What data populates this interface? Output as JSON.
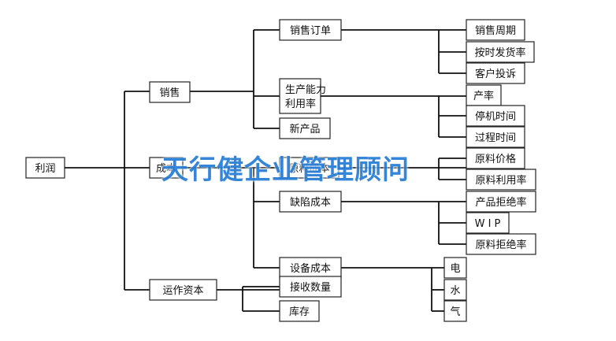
{
  "nodes": {
    "root": "利润",
    "sales": "销售",
    "cost": "成本",
    "working_capital": "运作资本",
    "sales_order": "销售订单",
    "capacity_line1": "生产能力",
    "capacity_line2": "利用率",
    "new_product": "新产品",
    "material_cost": "原料成本",
    "defect_cost": "缺陷成本",
    "equipment_cost": "设备成本",
    "receiving_qty": "接收数量",
    "inventory": "库存",
    "sales_cycle": "销售周期",
    "on_time_delivery": "按时发货率",
    "customer_complaint": "客户投诉",
    "yield": "产率",
    "downtime": "停机时间",
    "process_time": "过程时间",
    "material_price": "原料价格",
    "material_utilization": "原料利用率",
    "product_rejection": "产品拒绝率",
    "wip": "W I P",
    "material_rejection": "原料拒绝率",
    "electricity": "电",
    "water": "水",
    "gas": "气"
  },
  "watermark": "天行健企业管理顾问"
}
